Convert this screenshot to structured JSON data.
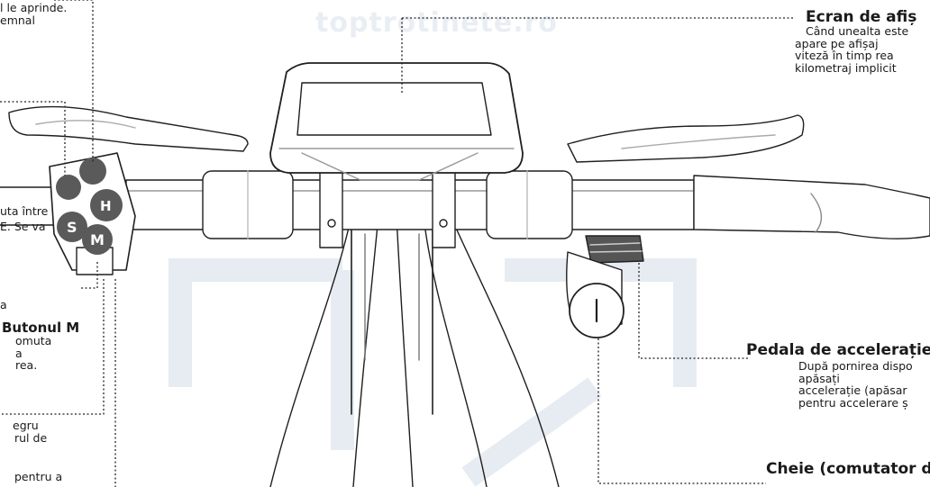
{
  "watermark": "toptrotinete.ro",
  "annotations": {
    "left_top": {
      "lines": [
        "l le aprinde.",
        "emnal"
      ]
    },
    "left_mid": {
      "lines": [
        "uta între",
        "E. Se va"
      ]
    },
    "left_mid2": {
      "lines": [
        "a"
      ]
    },
    "m_button": {
      "title": "Butonul M",
      "lines": [
        "omuta",
        "a",
        "rea."
      ]
    },
    "left_low": {
      "lines": [
        "egru",
        "rul de"
      ]
    },
    "left_bottom": {
      "lines": [
        "pentru a"
      ]
    },
    "display": {
      "title": "Ecran de afiș",
      "lines": [
        "Când unealta este",
        "apare pe afișaj",
        "viteză în timp rea",
        "kilometraj implicit"
      ]
    },
    "throttle": {
      "title": "Pedala de accelerație",
      "lines": [
        "După pornirea dispo",
        "apăsați",
        "accelerație (apăsar",
        "pentru accelerare ș"
      ]
    },
    "key": {
      "title": "Cheie (comutator d"
    }
  },
  "buttons": {
    "s_label": "S",
    "m_label": "M",
    "h_label": "H"
  },
  "colors": {
    "line": "#1f1f1f",
    "watermark": "#dfe6ee",
    "button_fill": "#5a5a5a",
    "button_text": "#ffffff"
  }
}
